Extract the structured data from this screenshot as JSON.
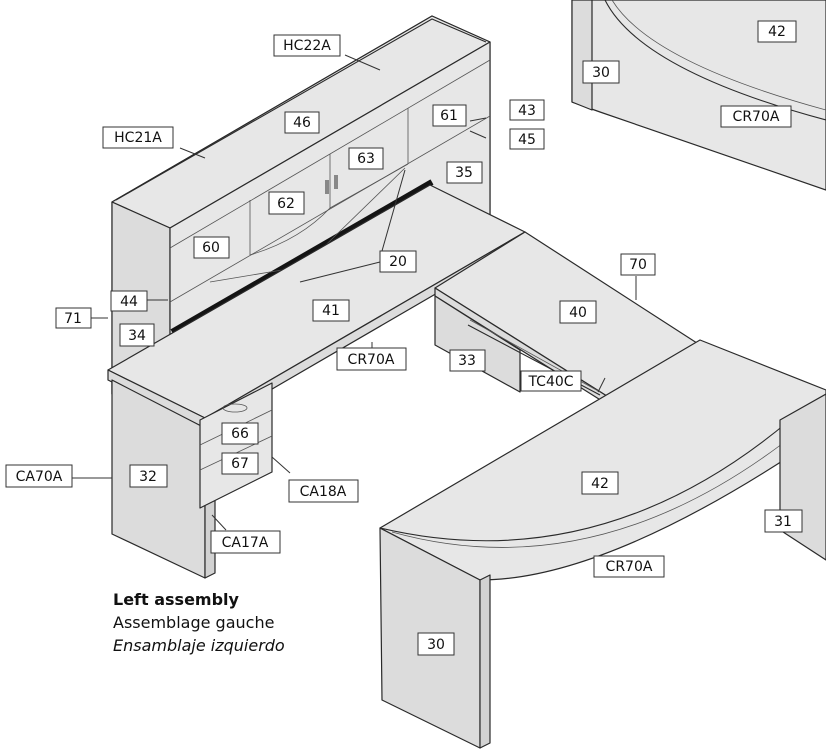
{
  "labels": {
    "hc22a": "HC22A",
    "hc21a": "HC21A",
    "n46": "46",
    "n61": "61",
    "n43": "43",
    "n45": "45",
    "n63": "63",
    "n35": "35",
    "n62": "62",
    "n60": "60",
    "n20": "20",
    "n44": "44",
    "n71": "71",
    "n34": "34",
    "n41": "41",
    "cr70a_left": "CR70A",
    "n70": "70",
    "n40": "40",
    "n33": "33",
    "tc40c": "TC40C",
    "n66": "66",
    "n67": "67",
    "ca70a": "CA70A",
    "n32": "32",
    "ca18a": "CA18A",
    "ca17a": "CA17A",
    "n42_main": "42",
    "n31": "31",
    "cr70a_main": "CR70A",
    "n30_main": "30",
    "n42_inset": "42",
    "n30_inset": "30",
    "cr70a_inset": "CR70A"
  },
  "caption": {
    "en": "Left assembly",
    "fr": "Assemblage gauche",
    "es": "Ensamblaje izquierdo"
  }
}
